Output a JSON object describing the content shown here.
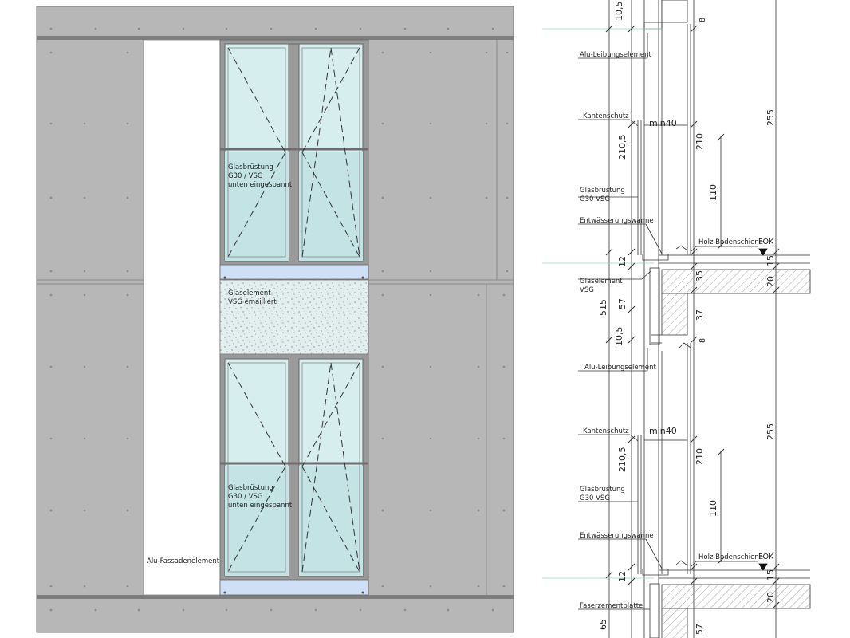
{
  "elevation": {
    "labels": {
      "glass_parapet_upper": [
        "Glasbrüstung",
        "G30 / VSG",
        "unten eingespannt"
      ],
      "glass_element": [
        "Glaselement",
        "VSG emailliert"
      ],
      "glass_parapet_lower": [
        "Glasbrüstung",
        "G30 / VSG",
        "unten eingespannt"
      ],
      "alu_facade": "Alu-Fassadenelement"
    },
    "colors": {
      "panel": "#b7b7b7",
      "frame": "#8c8c8c",
      "glass": "#d7eeee",
      "glass_tint": "#c3e3e4",
      "sill": "#cfe0f6",
      "enamel": "#e3efee"
    }
  },
  "section": {
    "labels": {
      "alu_reveal_1": "Alu-Leibungselement",
      "edge_protect_1": "Kantenschutz",
      "glass_parapet_1": [
        "Glasbrüstung",
        "G30 VSG"
      ],
      "drain_tray_1": "Entwässerungswanne",
      "wood_rail_1": "Holz-Bodenschiene",
      "fok_1": "FOK",
      "glass_element": [
        "Glaselement",
        "VSG"
      ],
      "alu_reveal_2": "Alu-Leibungselement",
      "edge_protect_2": "Kantenschutz",
      "glass_parapet_2": [
        "Glasbrüstung",
        "G30 VSG"
      ],
      "drain_tray_2": "Entwässerungswanne",
      "wood_rail_2": "Holz-Bodenschiene",
      "fok_2": "FOK",
      "fibre_cement": "Faserzementplatte"
    },
    "dimensions": {
      "d_top_105": "10,5",
      "d_top_8": "8",
      "d_min40_1": "min40",
      "d_2105_1": "210,5",
      "d_210_1": "210",
      "d_110_1": "110",
      "d_255_1": "255",
      "d_12_1": "12",
      "d_15_1": "15",
      "d_515": "515",
      "d_57": "57",
      "d_35": "35",
      "d_20_1": "20",
      "d_37": "37",
      "d_105_2": "10,5",
      "d_8_2": "8",
      "d_min40_2": "min40",
      "d_2105_2": "210,5",
      "d_210_2": "210",
      "d_110_2": "110",
      "d_255_2": "255",
      "d_12_2": "12",
      "d_15_2": "15",
      "d_20_2": "20",
      "d_65": "65",
      "d_57_b": "57"
    }
  }
}
